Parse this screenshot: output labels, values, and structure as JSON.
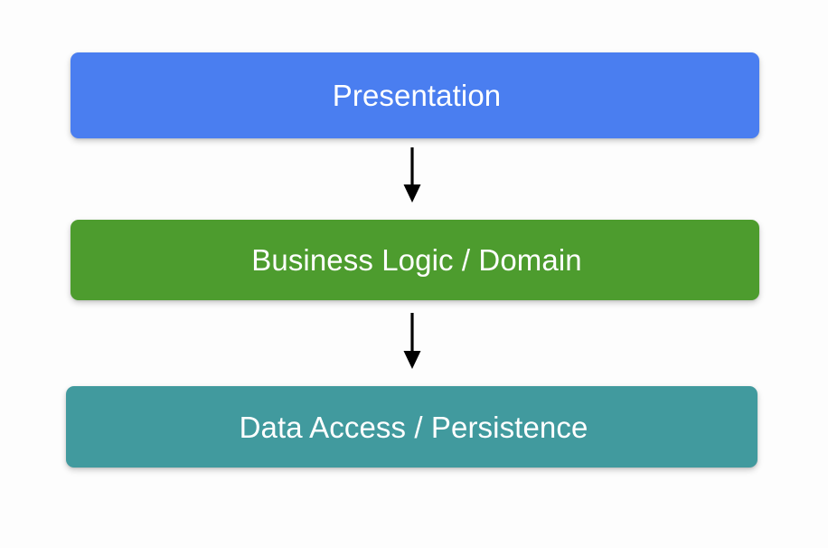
{
  "diagram": {
    "type": "layered-architecture",
    "background_color": "#fdfdfd",
    "orientation": "top-to-bottom",
    "layers": [
      {
        "id": "presentation",
        "label": "Presentation",
        "color": "#4a7ef0",
        "text_color": "#ffffff",
        "order": 1
      },
      {
        "id": "business",
        "label": "Business Logic / Domain",
        "color": "#4d9c2e",
        "text_color": "#ffffff",
        "order": 2
      },
      {
        "id": "data",
        "label": "Data Access / Persistence",
        "color": "#419a9e",
        "text_color": "#ffffff",
        "order": 3
      }
    ],
    "connectors": [
      {
        "id": "presentation-to-business",
        "from": "presentation",
        "to": "business",
        "style": "solid-arrow",
        "color": "#000000",
        "direction": "down"
      },
      {
        "id": "business-to-data",
        "from": "business",
        "to": "data",
        "style": "solid-arrow",
        "color": "#000000",
        "direction": "down"
      }
    ]
  }
}
